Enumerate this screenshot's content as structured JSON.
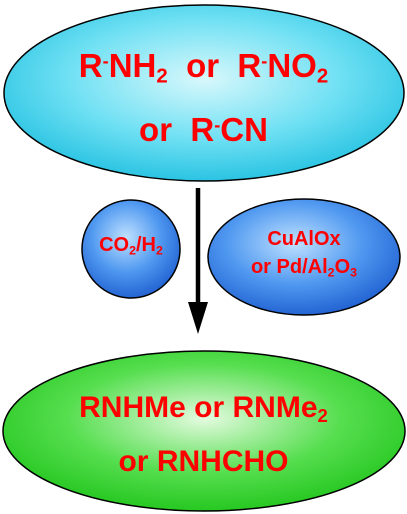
{
  "colors": {
    "text": "#ff0000",
    "reactant_fill": "#40d6f0",
    "catalyst_fill": "#3f8ff0",
    "product_fill": "#3fd63c",
    "outline": "#000000",
    "arrow": "#000000"
  },
  "reactants": {
    "amine": {
      "r": "R",
      "dash": "-",
      "group": "NH",
      "sub": "2"
    },
    "or_1": "or",
    "nitro": {
      "r": "R",
      "dash": "-",
      "group": "NO",
      "sub": "2"
    },
    "or_2": "or",
    "nitrile": {
      "r": "R",
      "dash": "-",
      "group": "CN"
    }
  },
  "reagent": {
    "co2": "CO",
    "co2_sub": "2",
    "slash": "/",
    "h2": "H",
    "h2_sub": "2"
  },
  "catalyst": {
    "line1": "CuAlOx",
    "or": "or",
    "pd": "Pd/Al",
    "al_sub": "2",
    "o": "O",
    "o_sub": "3"
  },
  "products": {
    "mono": "RNHMe",
    "or_1": "or",
    "di": "RNMe",
    "di_sub": "2",
    "or_2": "or",
    "formamide": "RNHCHO"
  }
}
